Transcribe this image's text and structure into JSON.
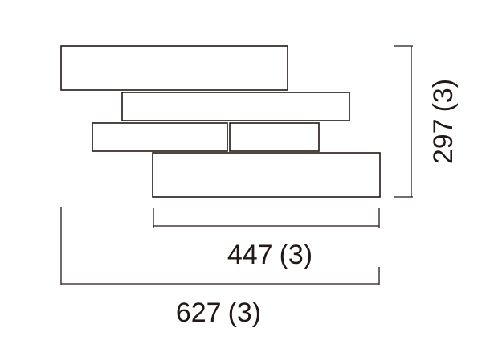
{
  "dimensions": {
    "height": {
      "value": "297",
      "tolerance": "(3)"
    },
    "inner_width": {
      "value": "447",
      "tolerance": "(3)"
    },
    "total_width": {
      "value": "627",
      "tolerance": "(3)"
    }
  },
  "colors": {
    "line": "#231815",
    "background": "#ffffff"
  }
}
